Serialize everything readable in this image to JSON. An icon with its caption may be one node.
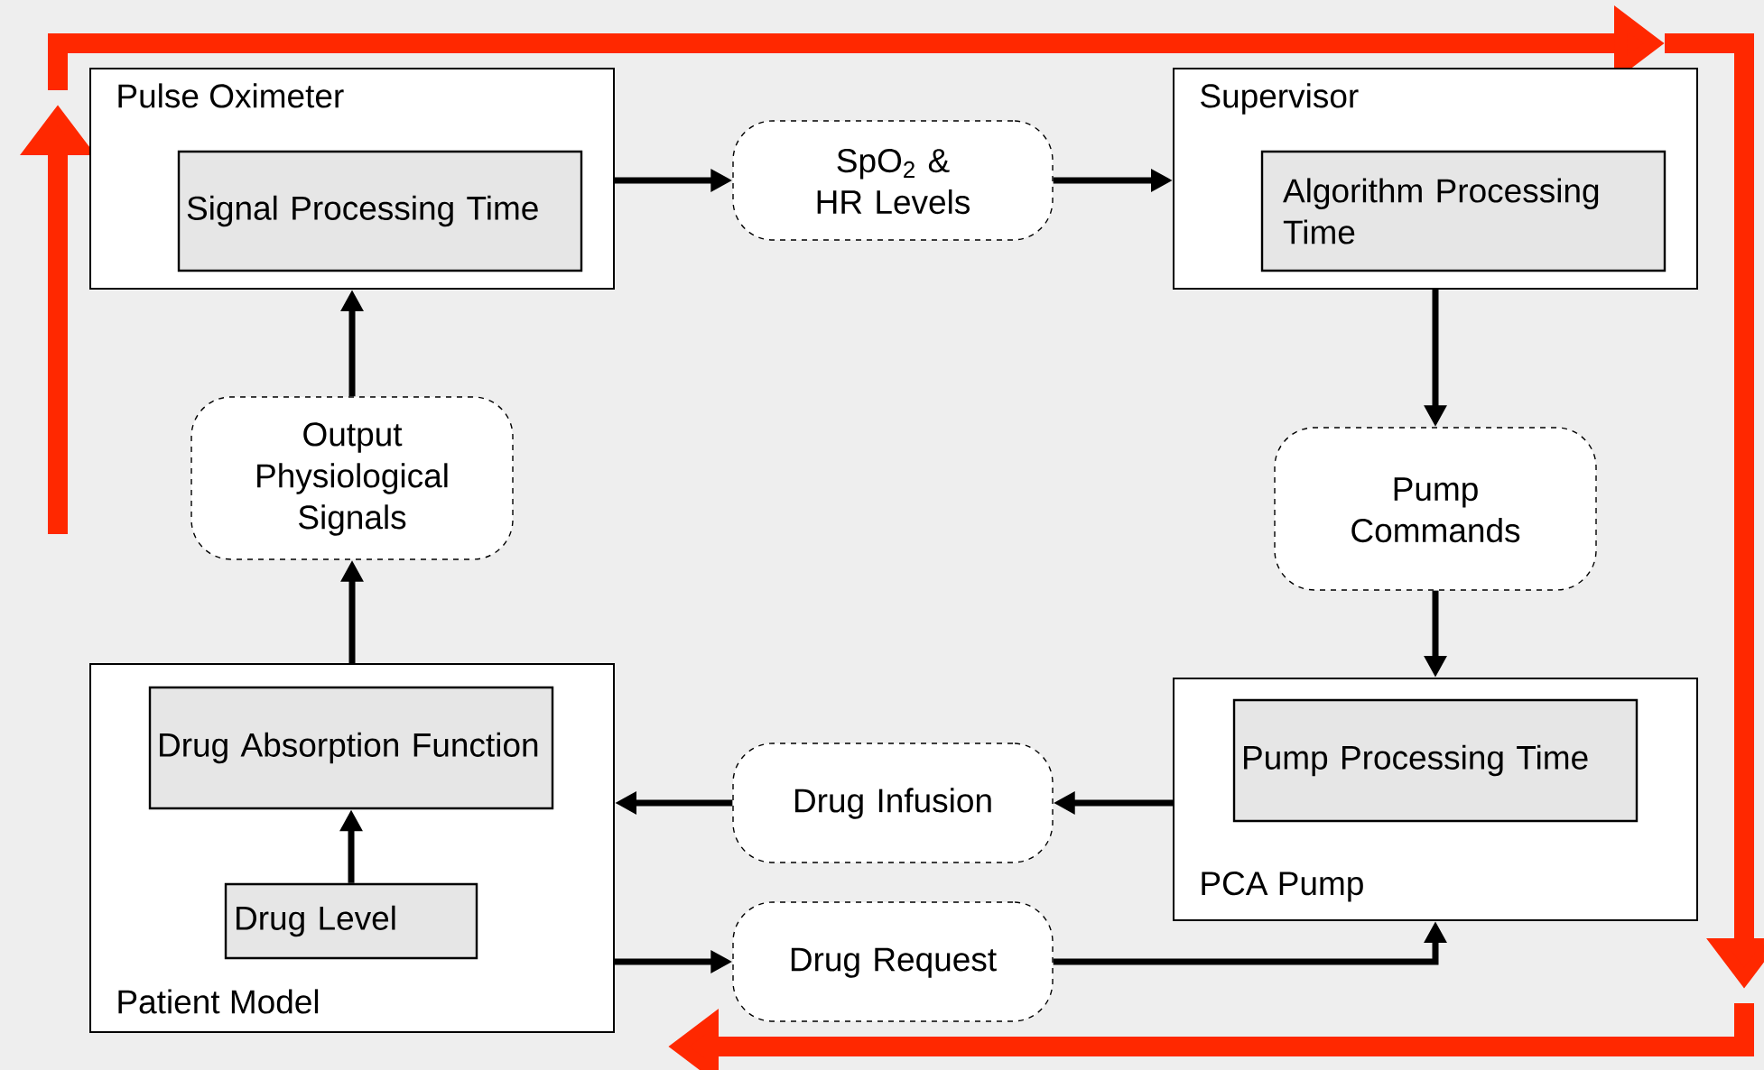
{
  "diagram": {
    "nodes": [
      {
        "text": [
          "Pulse Oximeter"
        ]
      },
      {
        "text": [
          "Signal Processing Time"
        ],
        "in": 0
      },
      {
        "text": [
          "SpO$_{2}$ & HR Levels"
        ]
      },
      {
        "text": [
          "Supervisor"
        ]
      },
      {
        "text": [
          "Algorithm Processing Time"
        ],
        "in": 3
      },
      {
        "text": [
          "Output Physiological Signals"
        ]
      },
      {
        "text": [
          "Pump Commands"
        ]
      },
      {
        "text": [
          "Patient Model"
        ]
      },
      {
        "text": [
          "Drug Absorption Function"
        ],
        "in": 7
      },
      {
        "text": [
          "Drug Level"
        ],
        "in": 7
      },
      {
        "text": [
          "Drug Infusion"
        ]
      },
      {
        "text": [
          "PCA Pump"
        ]
      },
      {
        "text": [
          "Pump Processing Time"
        ],
        "in": 11
      },
      {
        "text": [
          "Drug Request"
        ]
      }
    ],
    "edges": [
      {
        "from": 0,
        "to": 2,
        "arrow": "to"
      },
      {
        "from": 2,
        "to": 3,
        "arrow": "to"
      },
      {
        "from": 3,
        "to": 6,
        "arrow": "to"
      },
      {
        "from": 6,
        "to": 11,
        "arrow": "to"
      },
      {
        "from": 11,
        "to": 10,
        "arrow": "to"
      },
      {
        "from": 10,
        "to": 7,
        "arrow": "to"
      },
      {
        "from": 7,
        "to": 13,
        "arrow": "to"
      },
      {
        "from": 13,
        "to": 11,
        "arrow": "to"
      },
      {
        "from": 9,
        "to": 8,
        "arrow": "to"
      },
      {
        "from": 7,
        "to": 5,
        "arrow": "to"
      },
      {
        "from": 5,
        "to": 0,
        "arrow": "to"
      }
    ]
  }
}
